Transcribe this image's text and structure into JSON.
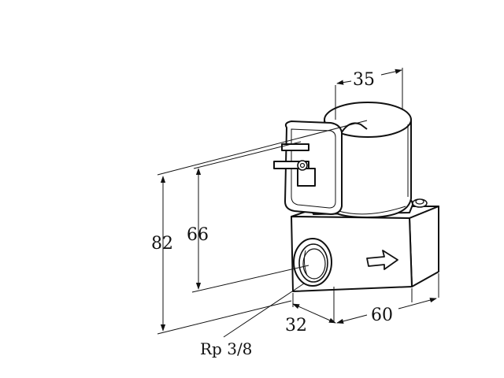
{
  "dimensions": {
    "coil_diameter": "35",
    "total_height": "82",
    "port_height": "66",
    "body_depth": "32",
    "body_length": "60"
  },
  "port_label": "Rp 3/8",
  "icons": {
    "flow_arrow": "flow-direction-arrow-icon"
  }
}
